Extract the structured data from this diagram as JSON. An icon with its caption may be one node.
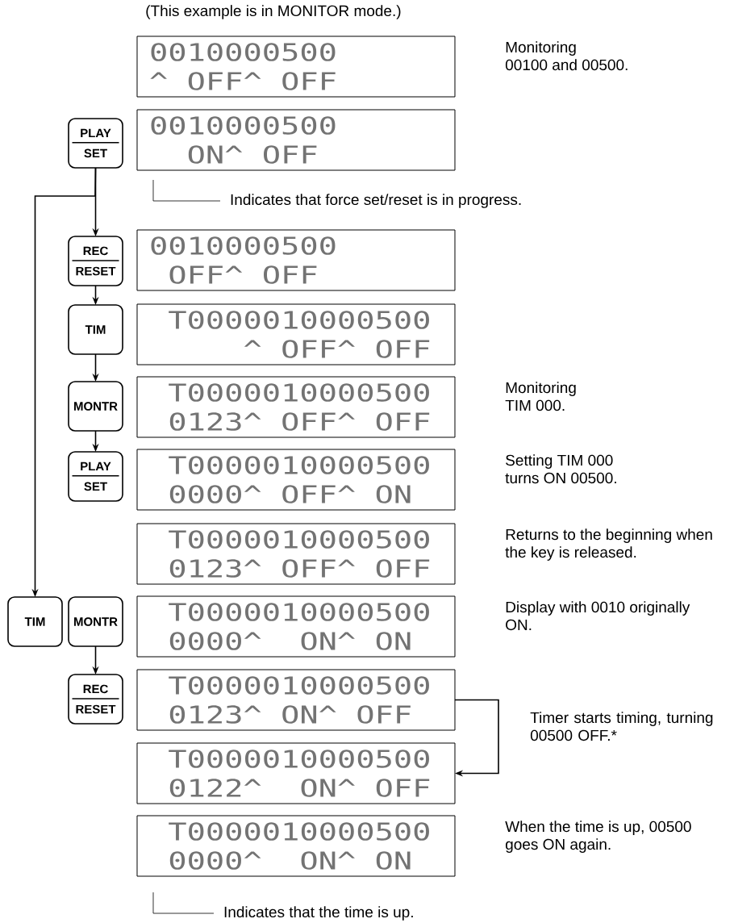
{
  "diagram": {
    "title": "(This example is in MONITOR mode.)",
    "nodes": [
      {
        "text": [
          "0010000500",
          "^ OFF^ OFF"
        ],
        "beside": [
          "Monitoring 00100 and 00500."
        ]
      },
      {
        "text": [
          "PLAY",
          "SET"
        ]
      },
      {
        "text": [
          "0010000500",
          "  ON^ OFF"
        ]
      },
      {
        "text": [
          "Indicates that force set/reset is in progress."
        ]
      },
      {
        "text": [
          "REC",
          "RESET"
        ]
      },
      {
        "text": [
          "0010000500",
          " OFF^ OFF"
        ]
      },
      {
        "text": [
          "TIM"
        ]
      },
      {
        "text": [
          " T0000010000500",
          "     ^ OFF^ OFF"
        ]
      },
      {
        "text": [
          "MONTR"
        ]
      },
      {
        "text": [
          " T0000010000500",
          " 0123^ OFF^ OFF"
        ],
        "beside": [
          "Monitoring TIM 000."
        ]
      },
      {
        "text": [
          "PLAY",
          "SET"
        ]
      },
      {
        "text": [
          " T0000010000500",
          " 0000^ OFF^ ON"
        ],
        "beside": [
          "Setting TIM 000 turns ON 00500."
        ]
      },
      {
        "text": [
          " T0000010000500",
          " 0123^ OFF^ OFF"
        ],
        "beside": [
          "Returns to the beginning when the key is released."
        ]
      },
      {
        "text": [
          "TIM"
        ]
      },
      {
        "text": [
          "MONTR"
        ]
      },
      {
        "text": [
          " T0000010000500",
          " 0000^  ON^ ON"
        ],
        "beside": [
          "Display with 0010 originally ON."
        ]
      },
      {
        "text": [
          "REC",
          "RESET"
        ]
      },
      {
        "text": [
          " T0000010000500",
          " 0123^ ON^ OFF"
        ]
      },
      {
        "text": [
          " T0000010000500",
          " 0122^  ON^ OFF"
        ]
      },
      {
        "text": [
          " T0000010000500",
          " 0000^  ON^ ON"
        ],
        "beside": [
          "When the time is up, 00500 goes ON again."
        ]
      },
      {
        "text": [
          "Indicates that the time is up."
        ]
      }
    ],
    "edges": [
      {
        "from": 1,
        "to": 4,
        "arrow": "to"
      },
      {
        "from": 1,
        "to": 13,
        "arrow": "to"
      },
      {
        "from": 4,
        "to": 6,
        "arrow": "to"
      },
      {
        "from": 6,
        "to": 8,
        "arrow": "to"
      },
      {
        "from": 8,
        "to": 10,
        "arrow": "to"
      },
      {
        "from": 14,
        "to": 16,
        "arrow": "to"
      },
      {
        "from": 17,
        "to": 18,
        "arrow": "to",
        "label": "Timer starts timing, turning 00500 OFF.*"
      },
      {
        "from": 3,
        "to": 2,
        "arrow": "none"
      },
      {
        "from": 20,
        "to": 19,
        "arrow": "none"
      }
    ]
  }
}
